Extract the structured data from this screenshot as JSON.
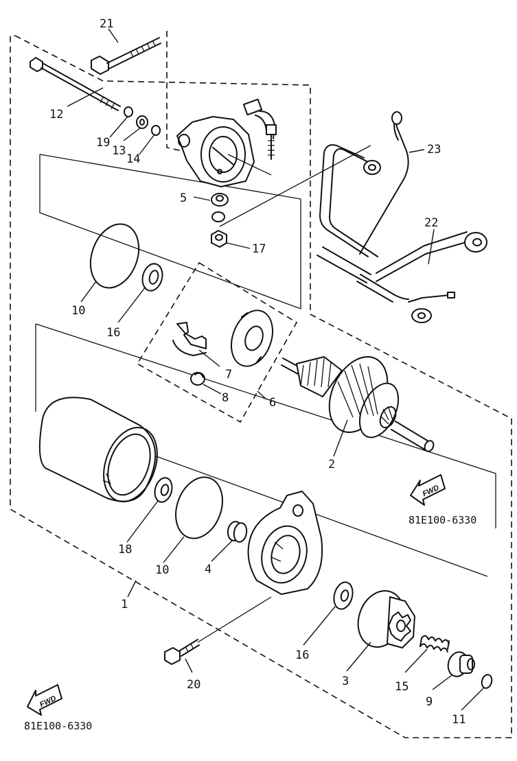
{
  "diagram": {
    "callouts": {
      "p1": "1",
      "p2": "2",
      "p3": "3",
      "p4": "4",
      "p5": "5",
      "p6": "6",
      "p7": "7",
      "p8": "8",
      "p9": "9",
      "p10a": "10",
      "p10b": "10",
      "p11": "11",
      "p12": "12",
      "p13": "13",
      "p14": "14",
      "p15": "15",
      "p16a": "16",
      "p16b": "16",
      "p17": "17",
      "p18": "18",
      "p19": "19",
      "p20": "20",
      "p21": "21",
      "p22": "22",
      "p23": "23"
    },
    "fwd_label_right": "FWD",
    "fwd_label_left": "FWD",
    "drawing_code_right": "81E100-6330",
    "drawing_code_left": "81E100-6330"
  }
}
